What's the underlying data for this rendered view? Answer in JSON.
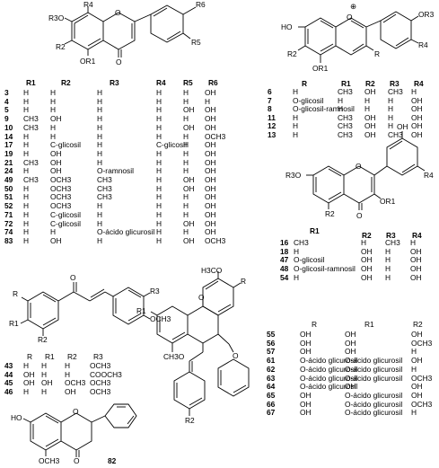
{
  "table1": {
    "headers": [
      "R1",
      "R2",
      "R3",
      "R4",
      "R5",
      "R6"
    ],
    "rows": [
      {
        "id": "3",
        "cells": [
          "H",
          "H",
          "H",
          "H",
          "H",
          "OH"
        ]
      },
      {
        "id": "4",
        "cells": [
          "H",
          "H",
          "H",
          "H",
          "H",
          "H"
        ]
      },
      {
        "id": "5",
        "cells": [
          "H",
          "H",
          "H",
          "H",
          "OH",
          "OH"
        ]
      },
      {
        "id": "9",
        "cells": [
          "CH3",
          "OH",
          "H",
          "H",
          "H",
          "OH"
        ]
      },
      {
        "id": "10",
        "cells": [
          "CH3",
          "H",
          "H",
          "H",
          "OH",
          "OH"
        ]
      },
      {
        "id": "14",
        "cells": [
          "H",
          "H",
          "H",
          "H",
          "H",
          "OCH3"
        ]
      },
      {
        "id": "17",
        "cells": [
          "H",
          "C-glicosil",
          "H",
          "C-glicosil",
          "H",
          "OH"
        ]
      },
      {
        "id": "19",
        "cells": [
          "H",
          "OH",
          "H",
          "H",
          "H",
          "OH"
        ]
      },
      {
        "id": "21",
        "cells": [
          "CH3",
          "OH",
          "H",
          "H",
          "H",
          "OH"
        ]
      },
      {
        "id": "24",
        "cells": [
          "H",
          "OH",
          "O-ramnosil",
          "H",
          "H",
          "OH"
        ]
      },
      {
        "id": "49",
        "cells": [
          "CH3",
          "OCH3",
          "CH3",
          "H",
          "OH",
          "OH"
        ]
      },
      {
        "id": "50",
        "cells": [
          "H",
          "OCH3",
          "CH3",
          "H",
          "OH",
          "OH"
        ]
      },
      {
        "id": "51",
        "cells": [
          "H",
          "OCH3",
          "CH3",
          "H",
          "H",
          "OH"
        ]
      },
      {
        "id": "52",
        "cells": [
          "H",
          "OCH3",
          "H",
          "H",
          "H",
          "OH"
        ]
      },
      {
        "id": "71",
        "cells": [
          "H",
          "C-glicosil",
          "H",
          "H",
          "H",
          "OH"
        ]
      },
      {
        "id": "72",
        "cells": [
          "H",
          "C-glicosil",
          "H",
          "H",
          "OH",
          "OH"
        ]
      },
      {
        "id": "74",
        "cells": [
          "H",
          "H",
          "O-ácido glicurosil",
          "H",
          "H",
          "OH"
        ]
      },
      {
        "id": "83",
        "cells": [
          "H",
          "OH",
          "H",
          "H",
          "OH",
          "OCH3"
        ]
      }
    ]
  },
  "table2": {
    "headers": [
      "R",
      "R1",
      "R2",
      "R3",
      "R4"
    ],
    "rows": [
      {
        "id": "6",
        "cells": [
          "H",
          "CH3",
          "OH",
          "CH3",
          "H"
        ]
      },
      {
        "id": "7",
        "cells": [
          "O-glicosil",
          "H",
          "H",
          "H",
          "OH"
        ]
      },
      {
        "id": "8",
        "cells": [
          "O-glicosil-ramnosil",
          "H",
          "H",
          "H",
          "OH"
        ]
      },
      {
        "id": "11",
        "cells": [
          "H",
          "CH3",
          "OH",
          "H",
          "OH"
        ]
      },
      {
        "id": "12",
        "cells": [
          "H",
          "CH3",
          "OH",
          "H",
          "OH"
        ]
      },
      {
        "id": "13",
        "cells": [
          "H",
          "CH3",
          "OH",
          "CH3",
          "OH"
        ]
      }
    ]
  },
  "table3": {
    "headers": [
      "R1",
      "R2",
      "R3",
      "R4"
    ],
    "rows": [
      {
        "id": "16",
        "cells": [
          "CH3",
          "H",
          "CH3",
          "H"
        ]
      },
      {
        "id": "18",
        "cells": [
          "H",
          "OH",
          "H",
          "OH"
        ]
      },
      {
        "id": "47",
        "cells": [
          "O-glicosil",
          "OH",
          "H",
          "OH"
        ]
      },
      {
        "id": "48",
        "cells": [
          "O-glicosil-ramnosil",
          "OH",
          "H",
          "OH"
        ]
      },
      {
        "id": "54",
        "cells": [
          "H",
          "OH",
          "H",
          "OH"
        ]
      }
    ]
  },
  "table4": {
    "headers": [
      "R",
      "R1",
      "R2",
      "R3"
    ],
    "rows": [
      {
        "id": "43",
        "cells": [
          "H",
          "H",
          "H",
          "OCH3"
        ]
      },
      {
        "id": "44",
        "cells": [
          "OH",
          "H",
          "H",
          "COOCH3"
        ]
      },
      {
        "id": "45",
        "cells": [
          "OH",
          "OH",
          "OCH3",
          "OCH3"
        ]
      },
      {
        "id": "46",
        "cells": [
          "H",
          "H",
          "OH",
          "OCH3"
        ]
      }
    ]
  },
  "table5": {
    "headers": [
      "R",
      "R1",
      "R2"
    ],
    "rows": [
      {
        "id": "55",
        "cells": [
          "OH",
          "OH",
          "OH"
        ]
      },
      {
        "id": "56",
        "cells": [
          "OH",
          "OH",
          "OCH3"
        ]
      },
      {
        "id": "57",
        "cells": [
          "OH",
          "OH",
          "H"
        ]
      },
      {
        "id": "61",
        "cells": [
          "O-ácido glicurosil",
          "O-ácido glicurosil",
          "OH"
        ]
      },
      {
        "id": "62",
        "cells": [
          "O-ácido glicurosil",
          "O-ácido glicurosil",
          "H"
        ]
      },
      {
        "id": "63",
        "cells": [
          "O-ácido glicurosil",
          "O-ácido glicurosil",
          "OCH3"
        ]
      },
      {
        "id": "64",
        "cells": [
          "O-ácido glicurosil",
          "OH",
          "OH"
        ]
      },
      {
        "id": "65",
        "cells": [
          "OH",
          "O-ácido glicurosil",
          "OH"
        ]
      },
      {
        "id": "66",
        "cells": [
          "OH",
          "O-ácido glicurosil",
          "OCH3"
        ]
      },
      {
        "id": "67",
        "cells": [
          "OH",
          "O-ácido glicurosil",
          "H"
        ]
      }
    ]
  },
  "structures": {
    "s1": {
      "r3o": "R3O",
      "r4": "R4",
      "r6": "R6",
      "r5": "R5",
      "r2": "R2",
      "or1": "OR1",
      "o": "O"
    },
    "s2": {
      "ho": "HO",
      "plus": "⊕",
      "or3": "OR3",
      "o": "O",
      "r4": "R4",
      "r2": "R2",
      "r": "R",
      "or1": "OR1"
    },
    "s3": {
      "oh": "OH",
      "r3o": "R3O",
      "o": "O",
      "r4": "R4",
      "or1": "OR1",
      "r2": "R2"
    },
    "s4": {
      "r": "R",
      "r1": "R1",
      "r2": "R2",
      "o": "O",
      "r3": "R3",
      "och3": "OCH3"
    },
    "s5": {
      "h3co": "H3CO",
      "r": "R",
      "r1": "R1",
      "o": "O",
      "ch3o": "CH3O",
      "r2": "R2"
    },
    "s6": {
      "ho": "HO",
      "o": "O",
      "och3": "OCH3",
      "id": "82"
    }
  }
}
